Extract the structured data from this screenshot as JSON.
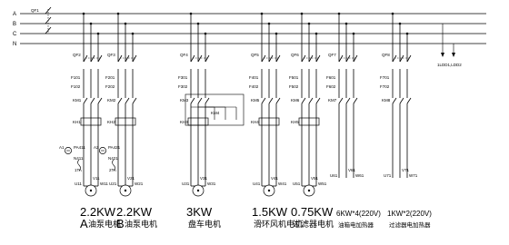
{
  "main_switch": "QF1",
  "buses": [
    "A",
    "B",
    "C",
    "N"
  ],
  "bus_tap_label": "1LDD1,LDD2",
  "circuits": [
    {
      "qf": "QF2",
      "f1": "F101",
      "f2": "F102",
      "km": "KM1",
      "kh": "KH1",
      "u": "U11",
      "v": "V11",
      "w": "W11",
      "ammeter": "A1",
      "pa": "PA411",
      "pa2": "N411",
      "ta": "1TA",
      "rating": "2.2KW",
      "prefix": "A",
      "name": "油泵电机"
    },
    {
      "qf": "QF3",
      "f1": "F201",
      "f2": "F202",
      "km": "KM2",
      "kh": "KH2",
      "u": "U21",
      "v": "V21",
      "w": "W21",
      "ammeter": "A2",
      "pa": "PA421",
      "pa2": "N421",
      "ta": "2TA",
      "rating": "2.2KW",
      "prefix": "B",
      "name": "油泵电机"
    },
    {
      "qf": "QF4",
      "f1": "F301",
      "f2": "F302",
      "km": "KM3",
      "km2": "KM4",
      "kh": "KH3",
      "u": "U31",
      "v": "V31",
      "w": "W31",
      "rating": "3KW",
      "prefix": "",
      "name": "盘车电机"
    },
    {
      "qf": "QF5",
      "f1": "F401",
      "f2": "F402",
      "km": "KM5",
      "kh": "KH4",
      "u": "U41",
      "v": "V41",
      "w": "W41",
      "rating": "1.5KW",
      "prefix": "",
      "name": "滑环风机电机"
    },
    {
      "qf": "QF6",
      "f1": "F501",
      "f2": "F502",
      "km": "KM6",
      "kh": "KH5",
      "u": "U51",
      "v": "V51",
      "w": "W51",
      "rating": "0.75KW",
      "prefix": "",
      "name": "过滤器电机"
    },
    {
      "qf": "QF7",
      "f1": "F601",
      "f2": "F602",
      "km": "KM7",
      "u": "U61",
      "v": "V61",
      "w": "W61",
      "rating": "6KW*4(220V)",
      "prefix": "",
      "name": "油箱电加热器"
    },
    {
      "qf": "QF8",
      "f1": "F701",
      "f2": "F702",
      "km": "KM8",
      "u": "U71",
      "v": "V71",
      "w": "W71",
      "rating": "1KW*2(220V)",
      "prefix": "",
      "name": "过滤器电加热器"
    }
  ]
}
